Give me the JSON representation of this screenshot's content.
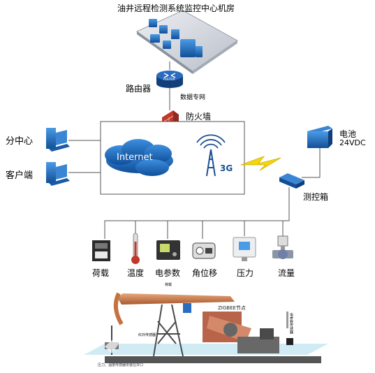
{
  "title": "油井远程检测系统监控中心机房",
  "router": {
    "label": "路由器",
    "badge": "ROUTER"
  },
  "link_label": "数据专网",
  "firewall_label": "防火墙",
  "left_nodes": [
    {
      "label": "分中心"
    },
    {
      "label": "客户端"
    }
  ],
  "internet_label": "Internet",
  "network_label": "3G",
  "battery": {
    "label": "电池",
    "spec": "24VDC"
  },
  "control_box_label": "测控箱",
  "sensors": [
    {
      "label": "荷载"
    },
    {
      "label": "温度"
    },
    {
      "label": "电参数"
    },
    {
      "label": "角位移"
    },
    {
      "label": "压力"
    },
    {
      "label": "流量"
    }
  ],
  "pumpjack": {
    "zigbee_label": "ZIGBEE节点",
    "top_tag": "荷载",
    "left_tag": "红外传感器",
    "right_tag": "电参数传感器",
    "bottom_caption": "压力、温度传感器安装在井口"
  },
  "colors": {
    "accent_blue": "#1f6fc6",
    "cloud": "#1b6fc0",
    "firewall": "#c0392b",
    "line": "#555555"
  }
}
